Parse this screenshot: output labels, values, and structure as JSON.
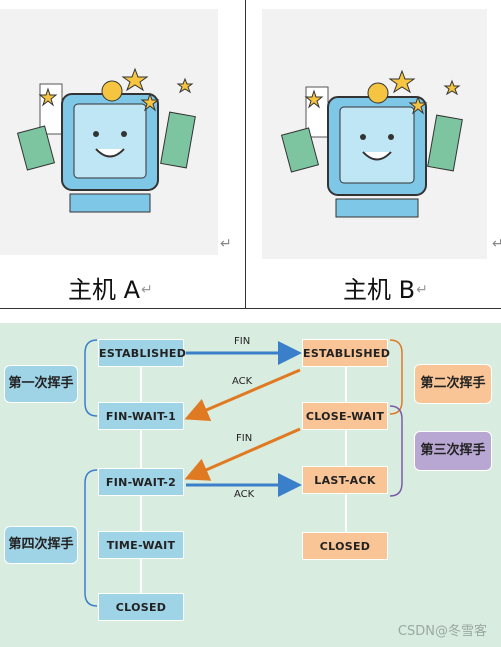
{
  "top": {
    "host_a": "主机 A",
    "host_b": "主机 B",
    "return_mark": "↵",
    "left_image_icon": "cartoon-computer-icon",
    "right_image_icon": "cartoon-computer-icon"
  },
  "diagram": {
    "left_states": [
      "ESTABLISHED",
      "FIN-WAIT-1",
      "FIN-WAIT-2",
      "TIME-WAIT",
      "CLOSED"
    ],
    "right_states": [
      "ESTABLISHED",
      "CLOSE-WAIT",
      "LAST-ACK",
      "CLOSED"
    ],
    "step1": "第一次挥手",
    "step2": "第二次挥手",
    "step3": "第三次挥手",
    "step4": "第四次挥手",
    "arrow_fin_1": "FIN",
    "arrow_ack_1": "ACK",
    "arrow_fin_2": "FIN",
    "arrow_ack_2": "ACK",
    "colors": {
      "arrow_blue": "#3a7fc9",
      "arrow_orange": "#e07a22",
      "bg": "#d9ece0"
    }
  },
  "watermark": "CSDN@冬雪客"
}
